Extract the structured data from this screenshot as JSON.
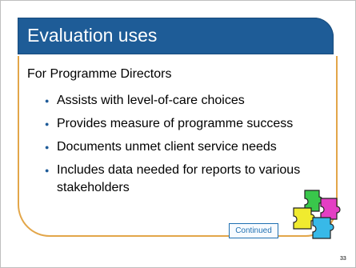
{
  "slide": {
    "title": "Evaluation uses",
    "subtitle": "For Programme Directors",
    "bullets": [
      {
        "text": "Assists with level-of-care choices"
      },
      {
        "text": "Provides measure of programme success"
      },
      {
        "text": "Documents unmet client service needs"
      },
      {
        "text": "Includes data needed for reports to various stakeholders"
      }
    ],
    "continued_label": "Continued",
    "page_number": "33"
  },
  "icons": {
    "puzzle": "puzzle-pieces-icon",
    "bullet": "bullet-dot-icon"
  },
  "colors": {
    "title_bg": "#1e5c97",
    "box_border": "#e3a649",
    "button_border": "#1f6fb1"
  }
}
